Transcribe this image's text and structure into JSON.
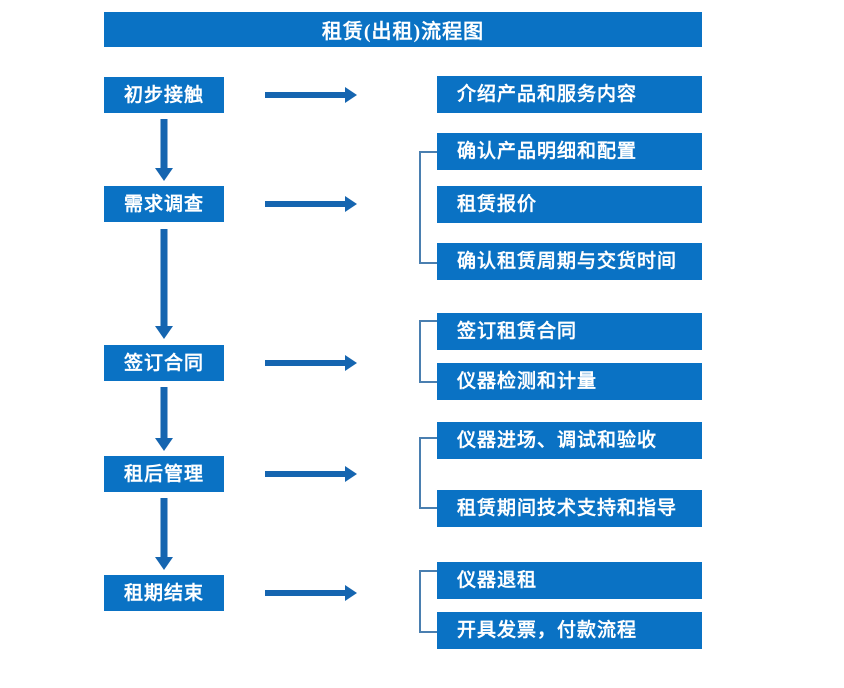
{
  "diagram": {
    "title": "租赁(出租)流程图",
    "colors": {
      "box_fill": "#0a72c4",
      "box_text": "#ffffff",
      "arrow": "#1565b0",
      "bracket": "#4a7fb0",
      "background": "#ffffff"
    },
    "stages": [
      {
        "id": "stage-1",
        "label": "初步接触",
        "outputs": [
          {
            "id": "out-1-1",
            "label": "介绍产品和服务内容"
          }
        ],
        "grouped": false
      },
      {
        "id": "stage-2",
        "label": "需求调查",
        "outputs": [
          {
            "id": "out-2-1",
            "label": "确认产品明细和配置"
          },
          {
            "id": "out-2-2",
            "label": "租赁报价"
          },
          {
            "id": "out-2-3",
            "label": "确认租赁周期与交货时间"
          }
        ],
        "grouped": true
      },
      {
        "id": "stage-3",
        "label": "签订合同",
        "outputs": [
          {
            "id": "out-3-1",
            "label": "签订租赁合同"
          },
          {
            "id": "out-3-2",
            "label": "仪器检测和计量"
          }
        ],
        "grouped": true
      },
      {
        "id": "stage-4",
        "label": "租后管理",
        "outputs": [
          {
            "id": "out-4-1",
            "label": "仪器进场、调试和验收"
          },
          {
            "id": "out-4-2",
            "label": "租赁期间技术支持和指导"
          }
        ],
        "grouped": true
      },
      {
        "id": "stage-5",
        "label": "租期结束",
        "outputs": [
          {
            "id": "out-5-1",
            "label": "仪器退租"
          },
          {
            "id": "out-5-2",
            "label": "开具发票，付款流程"
          }
        ],
        "grouped": true
      }
    ],
    "connectors": {
      "vertical_arrow_icon": "arrow-down-icon",
      "horizontal_arrow_icon": "arrow-right-icon",
      "bracket_icon": "group-bracket-icon"
    }
  }
}
